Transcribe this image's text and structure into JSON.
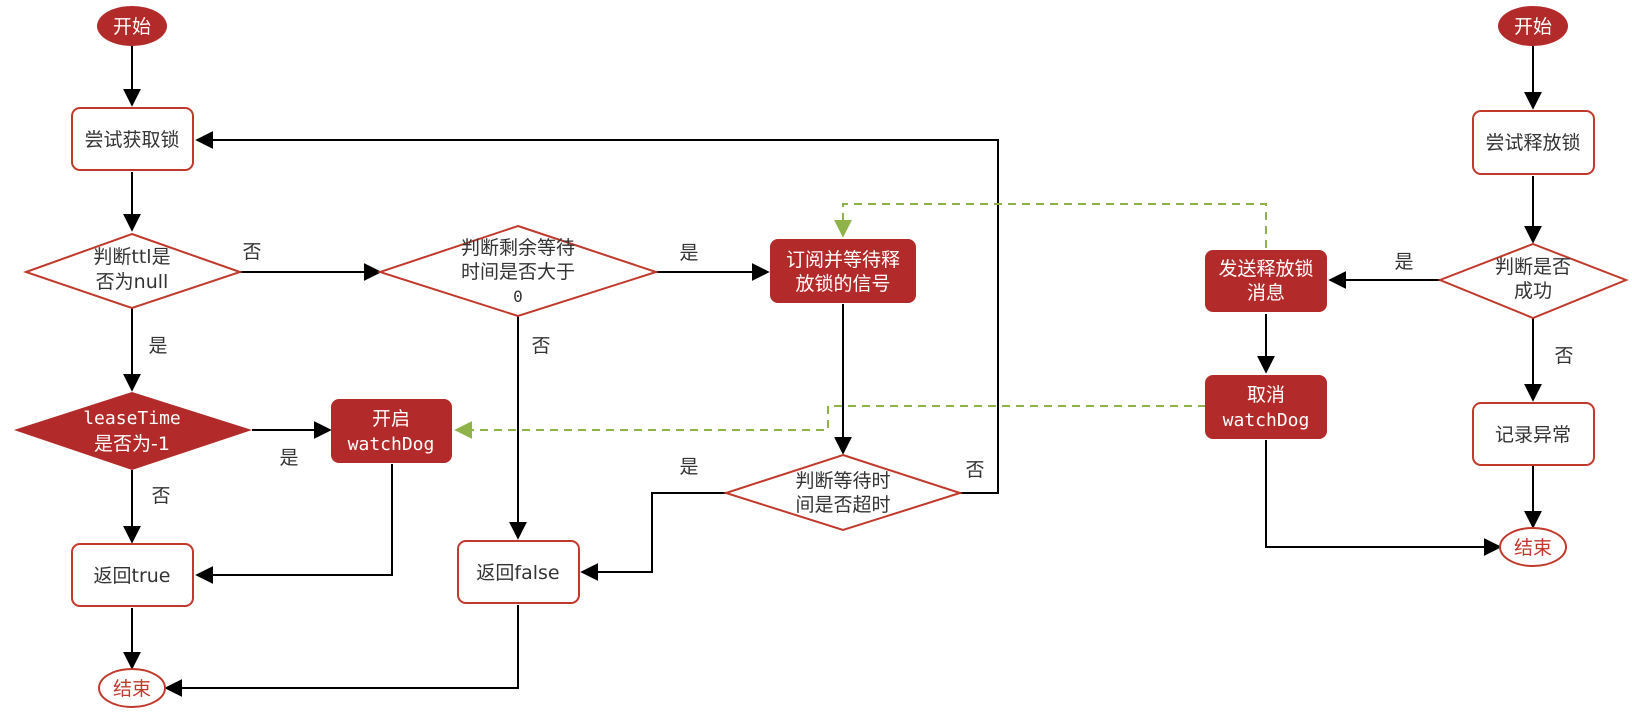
{
  "colors": {
    "accent_red": "#b22a2a",
    "border_red": "#c0392b",
    "arrow": "#000000",
    "dashed_green": "#8fb34a",
    "text_dark": "#333333"
  },
  "left_flow": {
    "start": "开始",
    "try_lock": "尝试获取锁",
    "ttl_check": {
      "line1": "判断ttl是",
      "line2": "否为null"
    },
    "wait_check": {
      "line1": "判断剩余等待",
      "line2": "时间是否大于",
      "line3": "0"
    },
    "subscribe": {
      "line1": "订阅并等待释",
      "line2": "放锁的信号"
    },
    "lease_check": {
      "line1": "leaseTime",
      "line2": "是否为-1"
    },
    "watchdog_start": {
      "line1": "开启",
      "line2": "watchDog"
    },
    "timeout_check": {
      "line1": "判断等待时",
      "line2": "间是否超时"
    },
    "return_true": "返回true",
    "return_false": "返回false",
    "end": "结束"
  },
  "right_flow": {
    "start": "开始",
    "try_release": "尝试释放锁",
    "success_check": {
      "line1": "判断是否",
      "line2": "成功"
    },
    "send_release": {
      "line1": "发送释放锁",
      "line2": "消息"
    },
    "cancel_watchdog": {
      "line1": "取消",
      "line2": "watchDog"
    },
    "log_error": "记录异常",
    "end": "结束"
  },
  "edge_labels": {
    "ttl_no": "否",
    "ttl_yes": "是",
    "wait_yes": "是",
    "wait_no": "否",
    "lease_yes": "是",
    "lease_no": "否",
    "timeout_yes": "是",
    "timeout_no": "否",
    "success_yes": "是",
    "success_no": "否"
  }
}
